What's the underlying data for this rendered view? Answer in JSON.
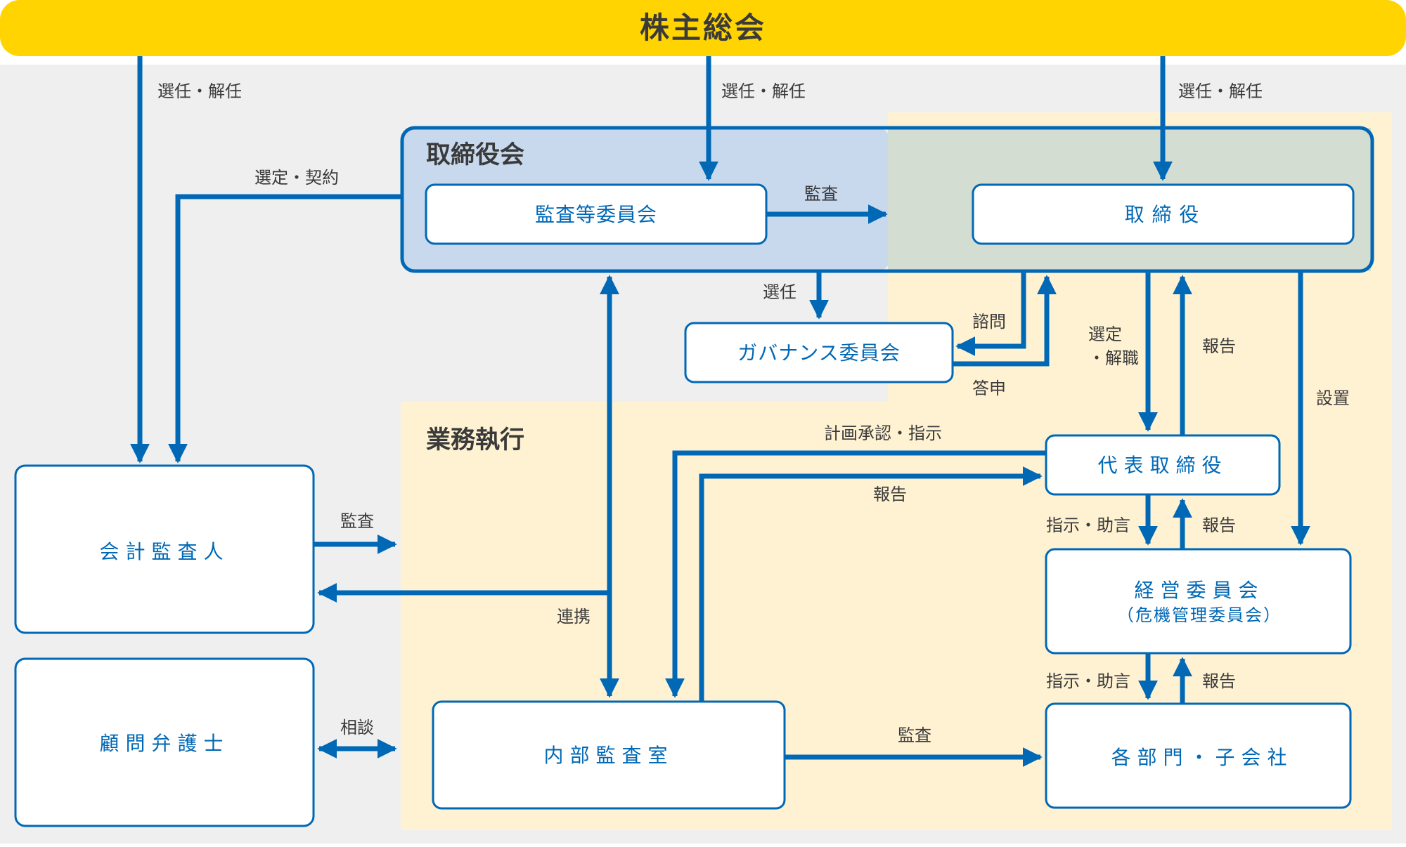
{
  "colors": {
    "accent": "#0068b5",
    "top_bar": "#ffd400",
    "background_gray": "#efefef",
    "execution_area": "#fff2d3",
    "board_area_blue": "#c8d9ee",
    "board_area_green": "#d4ddd2"
  },
  "top_bar": {
    "label": "株主総会"
  },
  "board": {
    "title": "取締役会",
    "audit_committee": "監査等委員会",
    "directors": "取 締 役"
  },
  "governance_committee": "ガバナンス委員会",
  "execution": {
    "title": "業務執行",
    "representative_director": "代表取締役",
    "management_committee": "経営委員会",
    "management_committee_sub": "（危機管理委員会）",
    "internal_audit_office": "内部監査室",
    "departments": "各部門・子会社"
  },
  "external": {
    "accounting_auditor": "会計監査人",
    "legal_advisor": "顧問弁護士"
  },
  "edge_labels": {
    "elect_dismiss_left": "選任・解任",
    "elect_dismiss_center": "選任・解任",
    "elect_dismiss_right": "選任・解任",
    "select_contract": "選定・契約",
    "audit_committee_to_directors": "監査",
    "appoint": "選任",
    "consult": "諮問",
    "response": "答申",
    "select_dismiss_line1": "選定",
    "select_dismiss_line2": "・解職",
    "report_to_board": "報告",
    "establish": "設置",
    "plan_approval": "計画承認・指示",
    "report_internal": "報告",
    "instruction_1": "指示・助言",
    "report_1": "報告",
    "instruction_2": "指示・助言",
    "report_2": "報告",
    "accounting_audit": "監査",
    "cooperation": "連携",
    "legal_consultation": "相談",
    "internal_audit": "監査"
  }
}
